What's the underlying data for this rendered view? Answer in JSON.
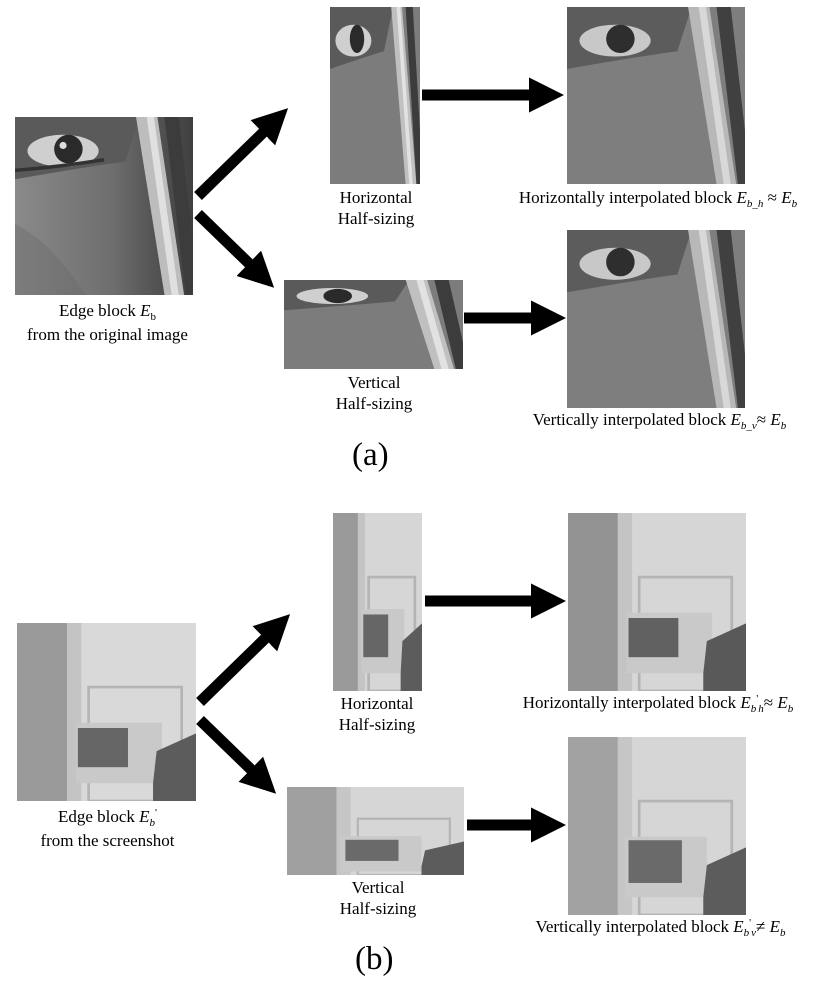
{
  "panel_a": {
    "label": "(a)",
    "source_caption_1": "Edge block ",
    "source_symbol": "E",
    "source_subscript": "b",
    "source_caption_2": "from  the original image",
    "horizontal_caption_1": "Horizontal",
    "horizontal_caption_2": "Half-sizing",
    "vertical_caption_1": "Vertical",
    "vertical_caption_2": "Half-sizing",
    "horiz_result_text": "Horizontally interpolated block ",
    "horiz_result_symbol": "E",
    "horiz_result_subscript": "b_h",
    "horiz_result_relation": " ≈ ",
    "horiz_result_target": "E",
    "horiz_result_target_sub": "b",
    "vert_result_text": "Vertically  interpolated block ",
    "vert_result_symbol": "E",
    "vert_result_subscript": "b_v",
    "vert_result_relation": "≈ ",
    "vert_result_target": "E",
    "vert_result_target_sub": "b"
  },
  "panel_b": {
    "label": "(b)",
    "source_caption_1": "Edge block ",
    "source_symbol": "E",
    "source_subscript": "b",
    "source_prime": "'",
    "source_caption_2": "from the screenshot",
    "horizontal_caption_1": "Horizontal",
    "horizontal_caption_2": "Half-sizing",
    "vertical_caption_1": "Vertical",
    "vertical_caption_2": "Half-sizing",
    "horiz_result_text": "Horizontally interpolated block ",
    "horiz_result_symbol": "E",
    "horiz_result_subscript": "b",
    "horiz_result_prime": "'",
    "horiz_result_sub2": "h",
    "horiz_result_relation": "≈ ",
    "horiz_result_target": "E",
    "horiz_result_target_sub": "b",
    "vert_result_text": "Vertically  interpolated block ",
    "vert_result_symbol": "E",
    "vert_result_subscript": "b",
    "vert_result_prime": "'",
    "vert_result_sub2": "v",
    "vert_result_relation": "≠ ",
    "vert_result_target": "E",
    "vert_result_target_sub": "b"
  },
  "colors": {
    "arrow": "#000000",
    "photo_dark": "#3a3a3a",
    "photo_mid": "#7a7a7a",
    "photo_light": "#b5b5b5",
    "screen_light": "#d4d4d4",
    "screen_mid": "#9c9c9c",
    "screen_dark": "#555555"
  }
}
